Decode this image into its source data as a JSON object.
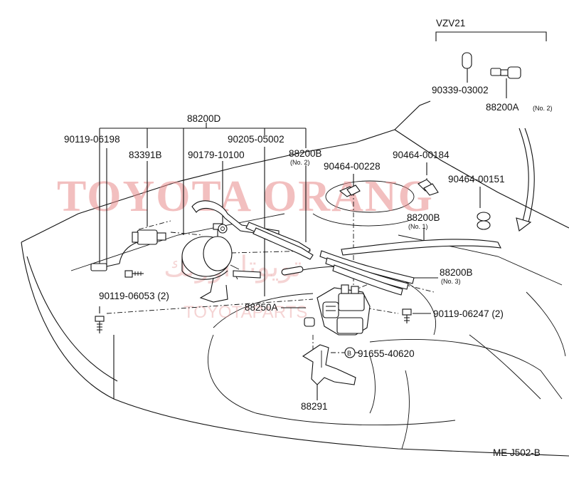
{
  "variant": "VZV21",
  "parts": {
    "p90339_03002": "90339-03002",
    "p88200A": "88200A",
    "p88200A_sub": "(No. 2)",
    "p88200D": "88200D",
    "p90119_06198": "90119-06198",
    "p83391B": "83391B",
    "p90205_05002": "90205-05002",
    "p90179_10100": "90179-10100",
    "p88200B_top": "88200B",
    "p88200B_top_sub": "(No. 2)",
    "p90464_00184": "90464-00184",
    "p90464_00228": "90464-00228",
    "p90464_00151": "90464-00151",
    "p88200B_mid": "88200B",
    "p88200B_mid_sub": "(No. 1)",
    "p88200B_low": "88200B",
    "p88200B_low_sub": "(No. 3)",
    "p90119_06053": "90119-06053 (2)",
    "p88250A": "88250A",
    "p90119_06247": "90119-06247 (2)",
    "p91655_40620": "91655-40620",
    "marker_b": "B",
    "p88291": "88291"
  },
  "watermark": {
    "main": "TOYOTA ORANG",
    "arabic": "تويوتا اورنك",
    "small": "TOYOTAPARTS"
  },
  "figure_code": "ME J502-B"
}
